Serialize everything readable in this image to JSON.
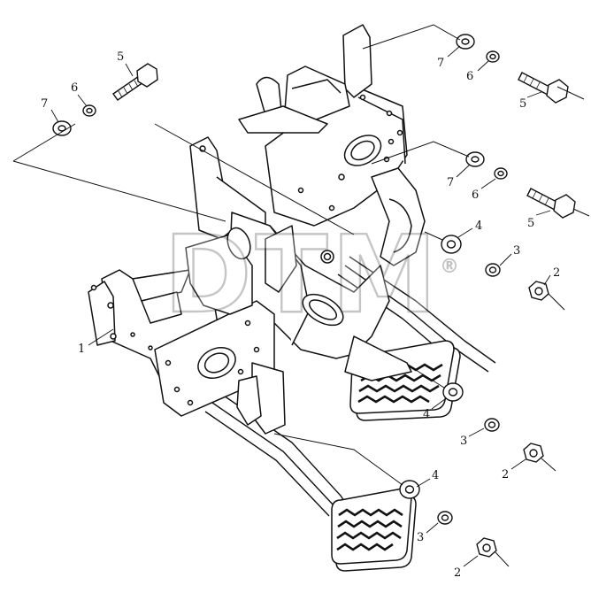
{
  "diagram": {
    "watermark": "DTM",
    "watermark_mark": "®",
    "callouts": {
      "c1": "1",
      "c2a": "2",
      "c2b": "2",
      "c2c": "2",
      "c3a": "3",
      "c3b": "3",
      "c3c": "3",
      "c4a": "4",
      "c4b": "4",
      "c4c": "4",
      "c5a": "5",
      "c5b": "5",
      "c5c": "5",
      "c6a": "6",
      "c6b": "6",
      "c6c": "6",
      "c7a": "7",
      "c7b": "7",
      "c7c": "7"
    }
  }
}
